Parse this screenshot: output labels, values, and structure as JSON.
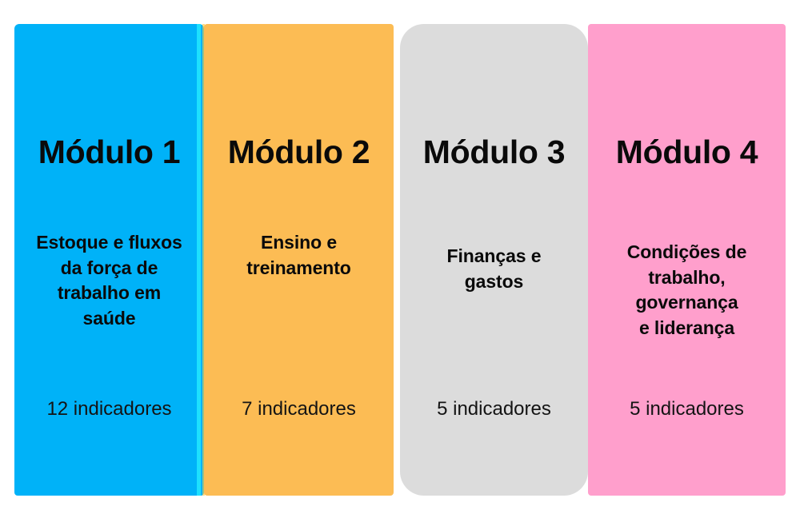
{
  "diagram": {
    "type": "module-overview",
    "background_color": "#FFFFFF",
    "modules": [
      {
        "id": "modulo-1",
        "title": "Módulo 1",
        "subtitle": "Estoque e fluxos\nda força de\ntrabalho em\nsaúde",
        "indicators": "12 indicadores",
        "indicator_count": 12,
        "color": "#00B2F8",
        "color_name": "blue"
      },
      {
        "id": "modulo-2",
        "title": "Módulo 2",
        "subtitle": "Ensino e\ntreinamento",
        "indicators": "7 indicadores",
        "indicator_count": 7,
        "color": "#FCBC54",
        "color_name": "orange"
      },
      {
        "id": "modulo-3",
        "title": "Módulo 3",
        "subtitle": "Finanças e\ngastos",
        "indicators": "5 indicadores",
        "indicator_count": 5,
        "color": "#DCDCDC",
        "color_name": "gray"
      },
      {
        "id": "modulo-4",
        "title": "Módulo 4",
        "subtitle": "Condições de\ntrabalho,\ngovernança\ne liderança",
        "indicators": "5 indicadores",
        "indicator_count": 5,
        "color": "#FF9FCC",
        "color_name": "pink"
      }
    ]
  }
}
